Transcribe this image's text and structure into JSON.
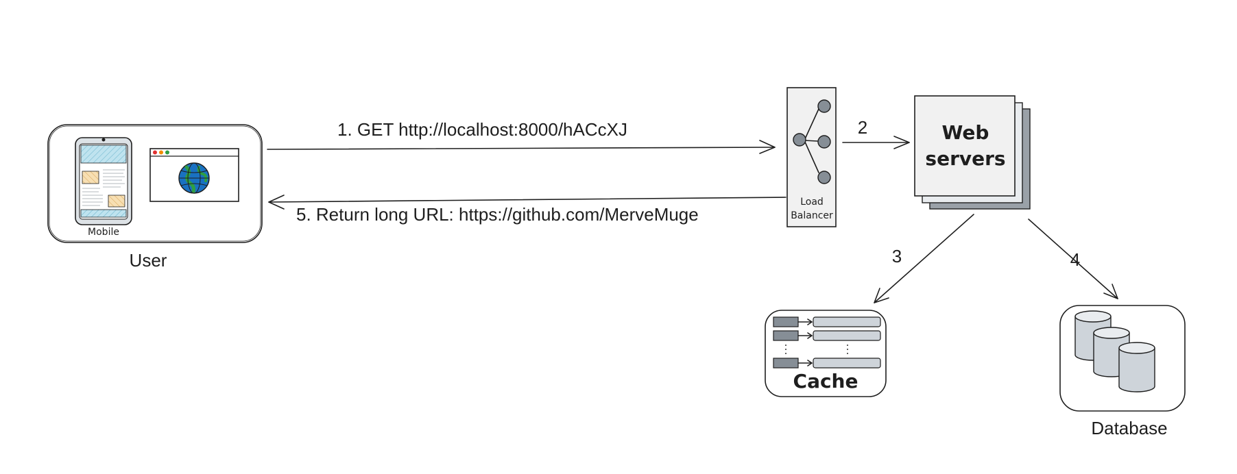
{
  "user": {
    "label": "User",
    "device_label": "Mobile"
  },
  "load_balancer": {
    "line1": "Load",
    "line2": "Balancer"
  },
  "web_servers": {
    "line1": "Web",
    "line2": "servers"
  },
  "cache": {
    "label": "Cache"
  },
  "database": {
    "label": "Database"
  },
  "arrows": {
    "request": "1. GET http://localhost:8000/hACcXJ",
    "to_web": "2",
    "to_cache": "3",
    "to_db": "4",
    "response": "5. Return long URL: https://github.com/MerveMuge"
  },
  "colors": {
    "ink": "#1e1e1e",
    "box_fill": "#f1f1f1",
    "screen_pattern": "#a5d8e8",
    "card_fill": "#f5d9a8",
    "node_fill": "#868e96",
    "stack_back": "#9aa1a8",
    "cylinder_fill": "#ced4da",
    "globe_blue": "#1971c2",
    "globe_green": "#2f9e44"
  }
}
